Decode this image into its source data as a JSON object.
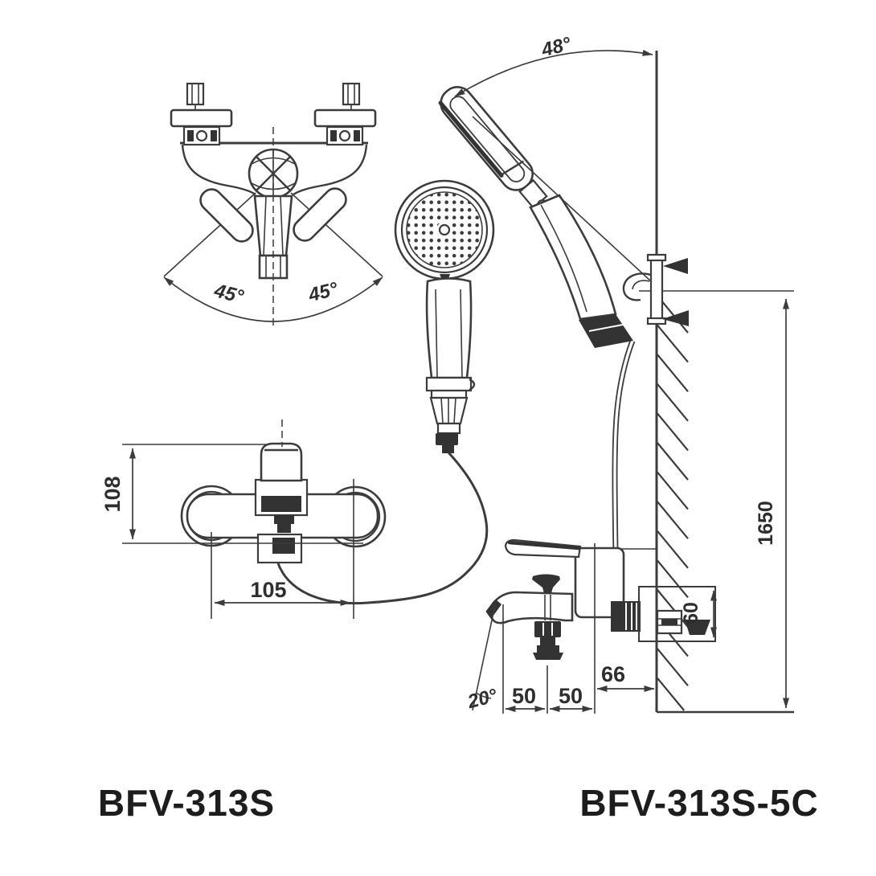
{
  "models": {
    "left": "BFV-313S",
    "right": "BFV-313S-5C"
  },
  "dims": {
    "swing_left": "45°",
    "swing_right": "45°",
    "head_angle": "48°",
    "body_height": "108",
    "union_spacing": "105",
    "install_height": "1650",
    "union_depth": "60",
    "wall_offset": "66",
    "span_a": "50",
    "span_b": "50",
    "spout_angle": "20°"
  },
  "colors": {
    "line": "#3c3c3c",
    "text": "#2e2e2e",
    "background": "#ffffff"
  }
}
